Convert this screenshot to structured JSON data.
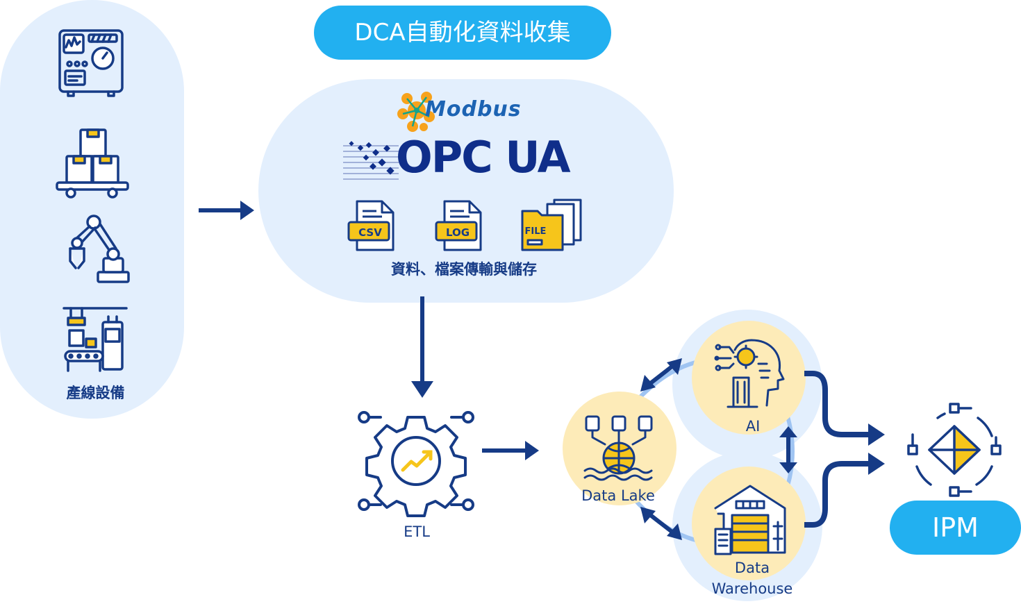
{
  "title": "DCA自動化資料收集",
  "equipment": {
    "label": "產線設備",
    "icons": [
      "control-panel-icon",
      "pallet-boxes-icon",
      "robot-arm-icon",
      "factory-machine-icon"
    ]
  },
  "protocols": {
    "modbus": "Modbus",
    "opc": "OPC UA",
    "files": [
      "CSV",
      "LOG",
      "FILE"
    ],
    "caption": "資料、檔案傳輸與儲存"
  },
  "etl": {
    "label": "ETL"
  },
  "data_lake": {
    "label": "Data Lake"
  },
  "ai": {
    "label": "AI"
  },
  "data_warehouse": {
    "label_line1": "Data",
    "label_line2": "Warehouse"
  },
  "ipm": {
    "label": "IPM"
  },
  "colors": {
    "navy": "#163b86",
    "dark_navy": "#0f2e8a",
    "sky": "#22b0f0",
    "light_blue": "#e3effd",
    "cream": "#fdebb8",
    "yellow": "#f6c51b",
    "ring": "#9fc4f2"
  }
}
